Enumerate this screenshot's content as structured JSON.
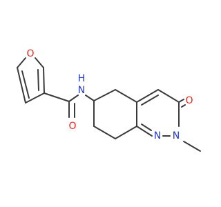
{
  "molecule": {
    "atoms": {
      "furan_o": {
        "symbol": "O",
        "color": "#e8251c"
      },
      "amide_o": {
        "symbol": "O",
        "color": "#e8251c"
      },
      "amide_nh": {
        "symbol": "H\nN",
        "color": "#2337c9",
        "line1": "H",
        "line2": "N"
      },
      "ketone_o": {
        "symbol": "O",
        "color": "#e8251c"
      },
      "ring_n1": {
        "symbol": "N",
        "color": "#2337c9"
      },
      "ring_n2": {
        "symbol": "N",
        "color": "#2337c9"
      }
    },
    "bond_color": "#3a3a3a"
  }
}
